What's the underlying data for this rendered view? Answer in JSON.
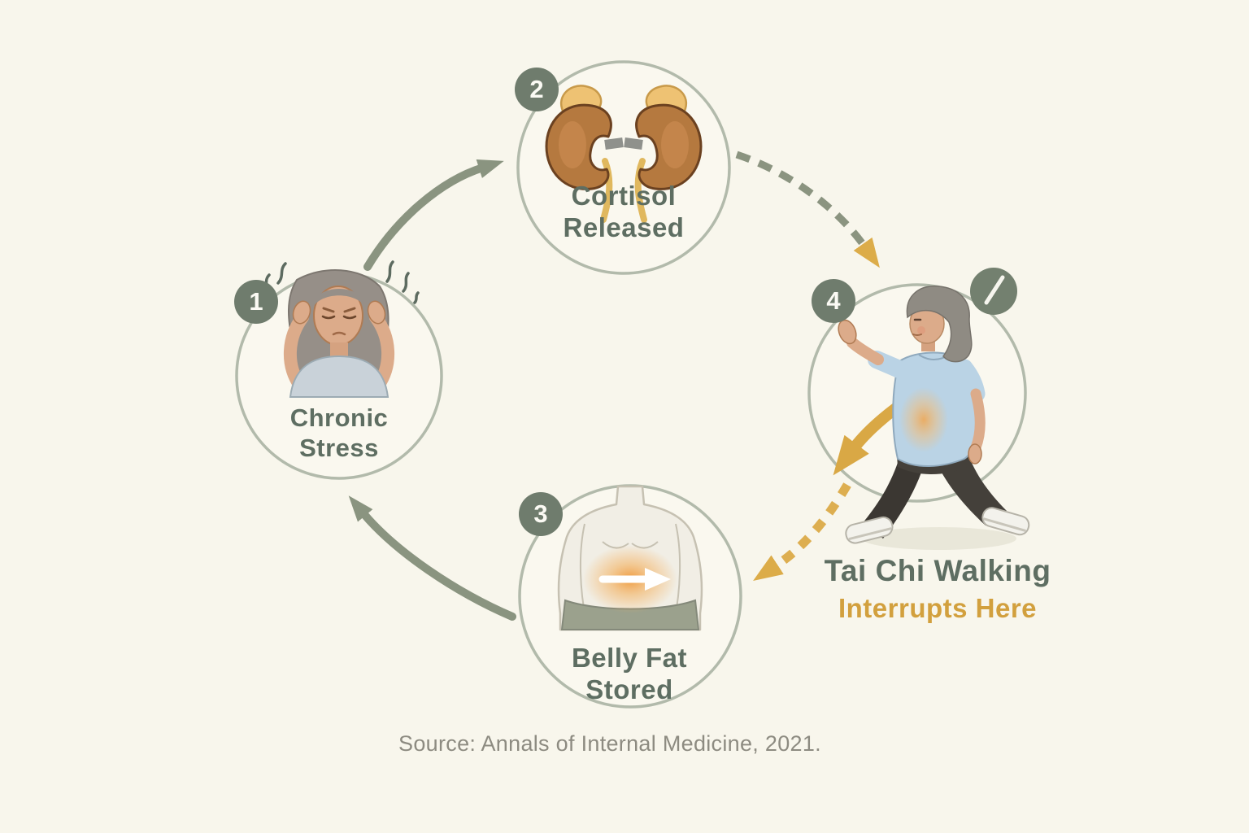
{
  "diagram_type": "cycle-infographic",
  "steps": [
    {
      "number": "1",
      "line1": "Chronic",
      "line2": "Stress",
      "icon": "stressed-woman-icon"
    },
    {
      "number": "2",
      "line1": "Cortisol",
      "line2": "Released",
      "icon": "kidneys-adrenal-glands-icon"
    },
    {
      "number": "3",
      "line1": "Belly Fat",
      "line2": "Stored",
      "icon": "belly-fat-torso-icon"
    },
    {
      "number": "4",
      "line1": "Tai Chi Walking",
      "line2": "Interrupts Here",
      "icon": "tai-chi-walking-woman-icon"
    }
  ],
  "arrows": [
    {
      "name": "arrow-stress-to-cortisol",
      "style": "solid-sage"
    },
    {
      "name": "arrow-cortisol-to-walking",
      "style": "dashed-sage-gold-head"
    },
    {
      "name": "arrow-walking-interrupt",
      "style": "solid-gold"
    },
    {
      "name": "arrow-walking-to-bellyfat",
      "style": "dashed-gold"
    },
    {
      "name": "arrow-bellyfat-to-stress",
      "style": "solid-sage"
    }
  ],
  "interrupt_badge": "slash-icon",
  "source": "Source: Annals of Internal Medicine, 2021.",
  "colors": {
    "background": "#f8f6ec",
    "circle_stroke": "#b2baab",
    "badge_fill": "#6f7c6d",
    "label_text": "#5e6e62",
    "arrow_sage": "#8a9480",
    "accent_gold": "#d9a845",
    "interrupt_text": "#d2a03e",
    "source_text": "#8d8b81"
  }
}
